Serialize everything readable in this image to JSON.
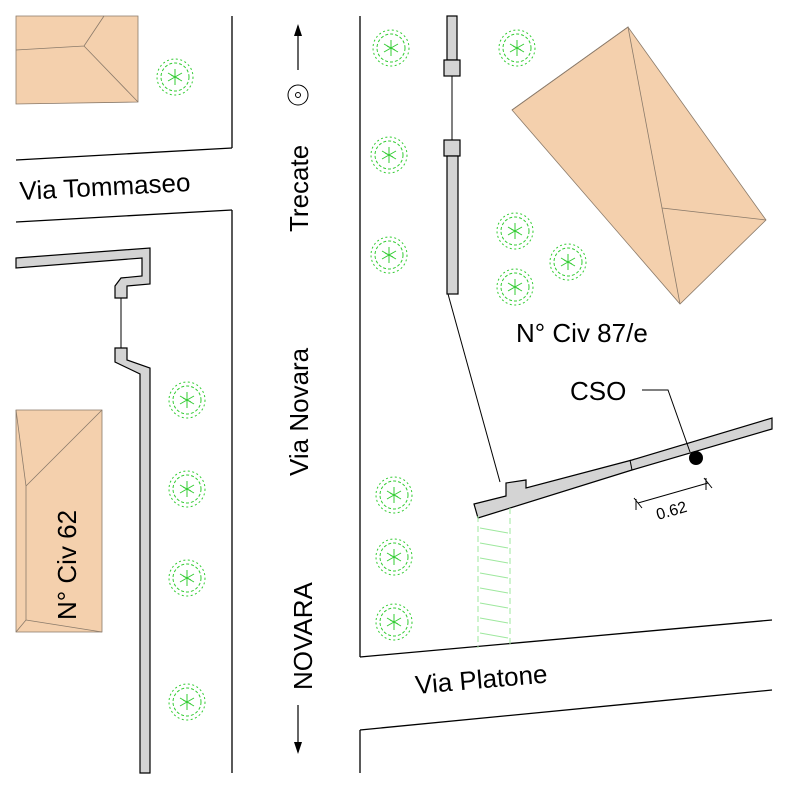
{
  "map": {
    "streets": {
      "tommaseo": "Via Tommaseo",
      "novara_road": "Via Novara",
      "platone": "Via Platone"
    },
    "directions": {
      "north": "Trecate",
      "south": "NOVARA"
    },
    "buildings": {
      "civ_87e": "N° Civ 87/e",
      "civ_62": "N° Civ 62"
    },
    "features": {
      "cso_label": "CSO",
      "dimension": "0.62"
    },
    "icons": [
      "tree-icon",
      "arrow-up-icon",
      "arrow-down-icon",
      "target-marker-icon",
      "cso-point-icon"
    ],
    "colors": {
      "building": "#f4d0ad",
      "vegetation": "#33cc33",
      "wall": "#d4d4d4",
      "hatch": "#9ee89e"
    }
  }
}
